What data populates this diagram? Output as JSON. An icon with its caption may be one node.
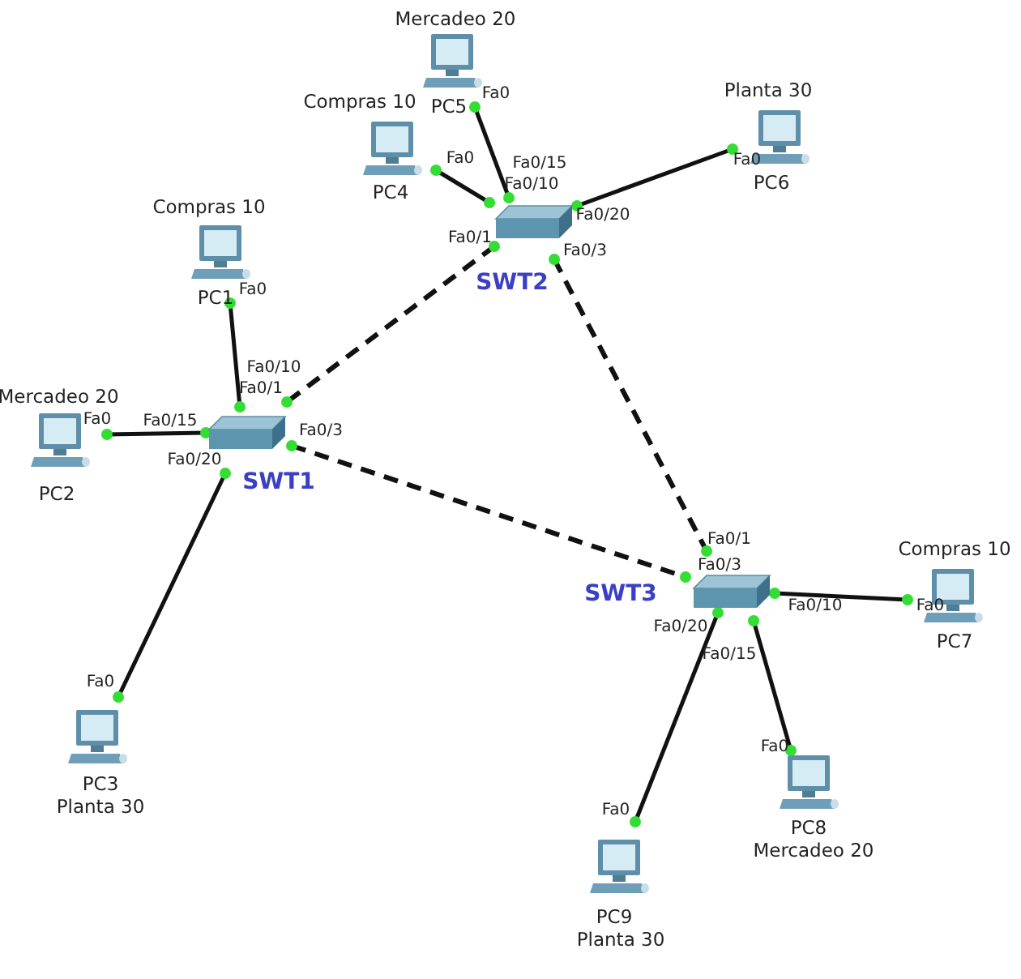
{
  "diagram": {
    "nodes": [
      {
        "text": [
          "Mercadeo 20",
          "PC5"
        ]
      },
      {
        "text": [
          "Planta 30",
          "PC6"
        ]
      },
      {
        "text": [
          "Compras 10",
          "PC4"
        ]
      },
      {
        "text": [
          "SWT2"
        ]
      },
      {
        "text": [
          "Compras 10",
          "PC1"
        ]
      },
      {
        "text": [
          "Mercadeo 20",
          "PC2"
        ]
      },
      {
        "text": [
          "SWT1"
        ]
      },
      {
        "text": [
          "SWT3"
        ]
      },
      {
        "text": [
          "Compras 10",
          "PC7"
        ]
      },
      {
        "text": [
          "PC3",
          "Planta 30"
        ]
      },
      {
        "text": [
          "PC8",
          "Mercadeo 20"
        ]
      },
      {
        "text": [
          "PC9",
          "Planta 30"
        ]
      }
    ],
    "edges": [
      {
        "from": 0,
        "to": 3,
        "arrow": "none"
      },
      {
        "from": 2,
        "to": 3,
        "arrow": "none"
      },
      {
        "from": 1,
        "to": 3,
        "arrow": "none"
      },
      {
        "from": 3,
        "to": 6,
        "arrow": "none",
        "style": "dashed"
      },
      {
        "from": 3,
        "to": 7,
        "arrow": "none",
        "style": "dashed"
      },
      {
        "from": 4,
        "to": 6,
        "arrow": "none"
      },
      {
        "from": 5,
        "to": 6,
        "arrow": "none"
      },
      {
        "from": 6,
        "to": 7,
        "arrow": "none",
        "style": "dashed"
      },
      {
        "from": 9,
        "to": 6,
        "arrow": "none"
      },
      {
        "from": 8,
        "to": 7,
        "arrow": "none"
      },
      {
        "from": 10,
        "to": 7,
        "arrow": "none"
      },
      {
        "from": 11,
        "to": 7,
        "arrow": "none"
      }
    ],
    "labels": [
      "Fa0",
      "Fa0",
      "Fa0/15",
      "Fa0",
      "Fa0/10",
      "Fa0/20",
      "Fa0/1",
      "Fa0/3",
      "Fa0",
      "Fa0/10",
      "Fa0/1",
      "Fa0",
      "Fa0/15",
      "Fa0/3",
      "Fa0/20",
      "Fa0/1",
      "Fa0/3",
      "Fa0/10",
      "Fa0",
      "Fa0/20",
      "Fa0/15",
      "Fa0",
      "Fa0",
      "Fa0"
    ]
  }
}
